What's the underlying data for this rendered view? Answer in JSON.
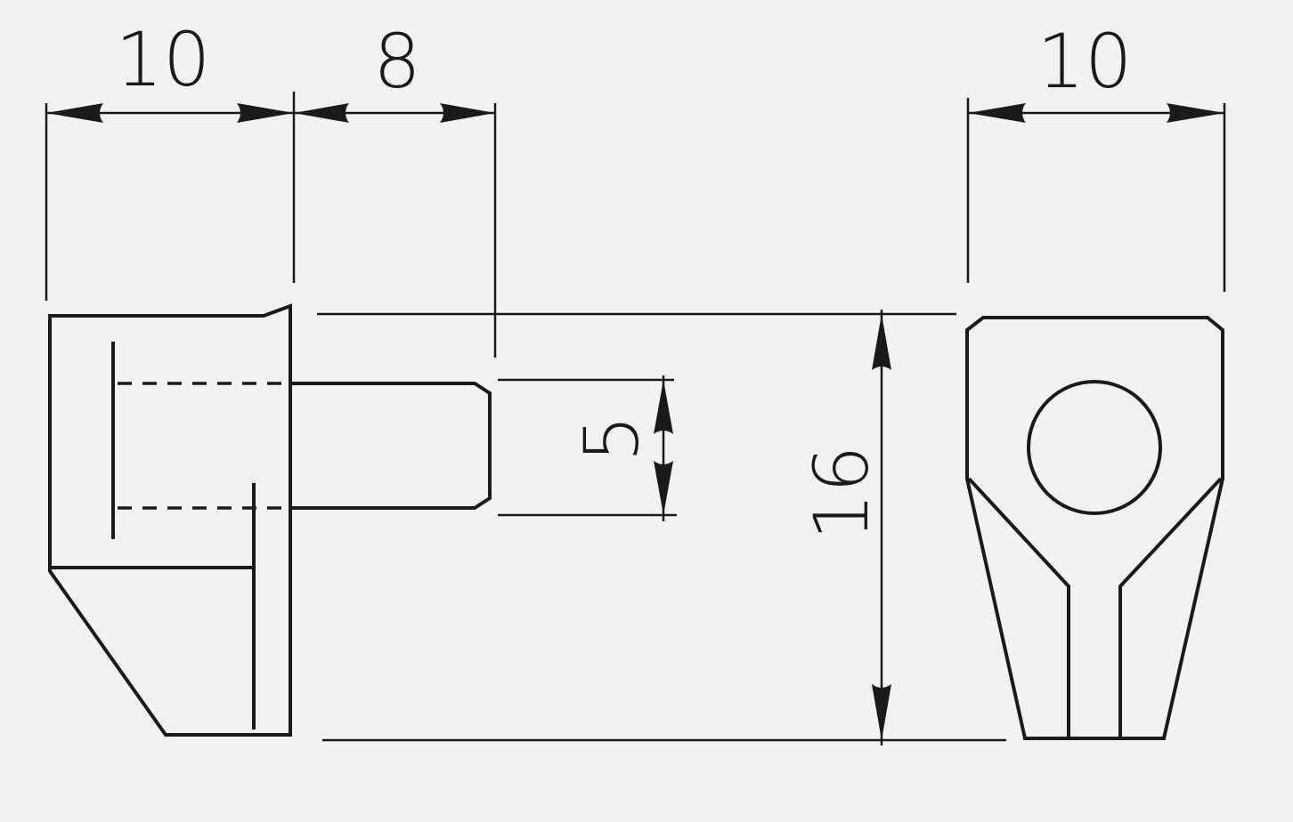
{
  "dimensions": {
    "left_width": "10",
    "pin_length": "8",
    "right_width": "10",
    "pin_diameter": "5",
    "height": "16"
  },
  "colors": {
    "background": "#f2f2f2",
    "line": "#1a1a1a"
  }
}
